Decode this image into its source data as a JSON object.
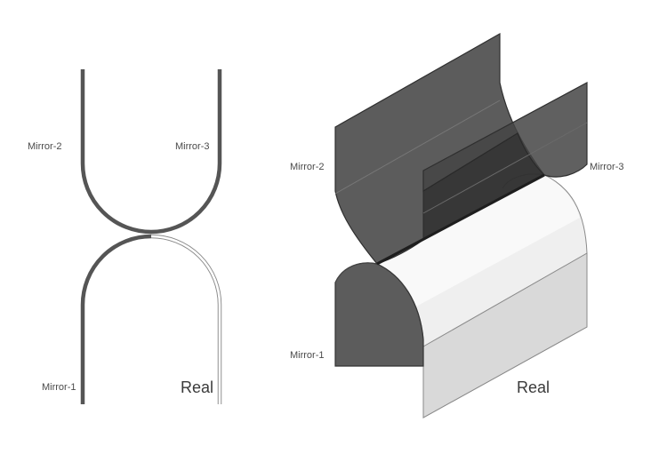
{
  "left_diagram": {
    "labels": {
      "mirror_2": "Mirror-2",
      "mirror_3": "Mirror-3",
      "mirror_1": "Mirror-1",
      "real": "Real"
    }
  },
  "right_diagram": {
    "labels": {
      "mirror_2": "Mirror-2",
      "mirror_3": "Mirror-3",
      "mirror_1": "Mirror-1",
      "real": "Real"
    }
  },
  "colors": {
    "mirror_stroke": "#555555",
    "mirror_fill": "#4a4a4a",
    "real_stroke": "#777777",
    "real_fill": "#dedede",
    "background": "#ffffff"
  }
}
